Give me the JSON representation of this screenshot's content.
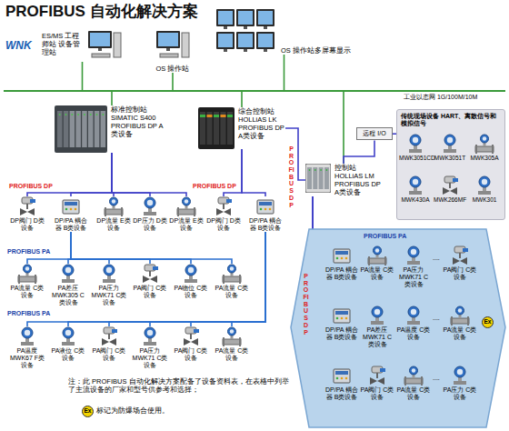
{
  "diagram": {
    "title": "PROFIBUS 自动化解决方案",
    "nodes": [
      {
        "text": [
          "ES/MS 工程师站 设备管理站"
        ]
      },
      {
        "text": [
          "OS 操作站"
        ]
      },
      {
        "text": [
          "OS 操作站多屏幕显示"
        ]
      },
      {
        "text": [
          "标准控制站 SIMATIC S400 PROFIBUS DP A类设备"
        ]
      },
      {
        "text": [
          "综合控制站 HOLLiAS LK PROFIBUS DP A类设备"
        ]
      },
      {
        "text": [
          "远程 I/O"
        ]
      },
      {
        "text": [
          "控制站 HOLLiAS LM PROFIBUS DP A类设备"
        ]
      },
      {
        "text": [
          "传统现场设备 HART、离散信号和模拟信号"
        ]
      },
      {
        "text": [
          "MWK3051CD"
        ],
        "in": 7
      },
      {
        "text": [
          "MWK3051T"
        ],
        "in": 7
      },
      {
        "text": [
          "MWK305A"
        ],
        "in": 7
      },
      {
        "text": [
          "MWK430A"
        ],
        "in": 7
      },
      {
        "text": [
          "MWK266MF"
        ],
        "in": 7
      },
      {
        "text": [
          "MWK301"
        ],
        "in": 7
      },
      {
        "text": [
          "DP阀门 D类设备"
        ]
      },
      {
        "text": [
          "DP/PA 耦合器 B类设备"
        ]
      },
      {
        "text": [
          "DP流量 E类设备"
        ]
      },
      {
        "text": [
          "DP压力 D类设备"
        ]
      },
      {
        "text": [
          "DP流量 E类设备"
        ]
      },
      {
        "text": [
          "DP阀门 D类设备"
        ]
      },
      {
        "text": [
          "DP/PA 耦合器 B类设备"
        ]
      },
      {
        "text": [
          "PA流量 C类设备"
        ]
      },
      {
        "text": [
          "PA差压 MWK305 C类设备"
        ]
      },
      {
        "text": [
          "PA压力 MWK71 C类设备"
        ]
      },
      {
        "text": [
          "PA阀门 C类设备"
        ]
      },
      {
        "text": [
          "PA物位 C类设备"
        ]
      },
      {
        "text": [
          "PA流量 C类设备"
        ]
      },
      {
        "text": [
          "PA温度 MWK67 F类设备"
        ]
      },
      {
        "text": [
          "PA液位 C类设备"
        ]
      },
      {
        "text": [
          "PA阀门 C类设备"
        ]
      },
      {
        "text": [
          "PA压力 MWK71 C类设备"
        ]
      },
      {
        "text": [
          "PA阀门 C类设备"
        ]
      },
      {
        "text": [
          "PA流量 C类设备"
        ]
      },
      {
        "text": [
          "Ex"
        ]
      },
      {
        "text": [
          "DP/PA 耦合器 B类设备"
        ],
        "in": 33
      },
      {
        "text": [
          "PA流量 C类设备"
        ],
        "in": 33
      },
      {
        "text": [
          "PA压力 MWK71 C类设备"
        ],
        "in": 33
      },
      {
        "text": [
          "PA阀门 C类设备"
        ],
        "in": 33
      },
      {
        "text": [
          "DP/PA 耦合器 B类设备"
        ],
        "in": 33
      },
      {
        "text": [
          "PA差压 MWK71 C类设备"
        ],
        "in": 33
      },
      {
        "text": [
          "PA温度 C类设备"
        ],
        "in": 33
      },
      {
        "text": [
          "PA流量 C类设备"
        ],
        "in": 33
      },
      {
        "text": [
          "DP/PA 耦合器 B类设备"
        ],
        "in": 33
      },
      {
        "text": [
          "PA阀门 C类设备"
        ],
        "in": 33
      },
      {
        "text": [
          "PA流量 C类设备"
        ],
        "in": 33
      },
      {
        "text": [
          "PA压力 C类设备"
        ],
        "in": 33
      }
    ],
    "edges": [
      {
        "from": 0,
        "to": 3,
        "arrow": "none"
      },
      {
        "from": 1,
        "to": 4,
        "arrow": "none"
      },
      {
        "from": 2,
        "to": 6,
        "arrow": "none"
      },
      {
        "from": 3,
        "to": 14,
        "arrow": "none"
      },
      {
        "from": 3,
        "to": 15,
        "arrow": "none"
      },
      {
        "from": 3,
        "to": 16,
        "arrow": "none"
      },
      {
        "from": 3,
        "to": 17,
        "arrow": "none"
      },
      {
        "from": 3,
        "to": 18,
        "arrow": "none"
      },
      {
        "from": 4,
        "to": 19,
        "arrow": "none"
      },
      {
        "from": 4,
        "to": 20,
        "arrow": "none"
      },
      {
        "from": 4,
        "to": 6,
        "arrow": "none"
      },
      {
        "from": 6,
        "to": 5,
        "arrow": "none"
      },
      {
        "from": 5,
        "to": 7,
        "arrow": "none"
      },
      {
        "from": 15,
        "to": 21,
        "arrow": "none"
      },
      {
        "from": 15,
        "to": 22,
        "arrow": "none"
      },
      {
        "from": 15,
        "to": 23,
        "arrow": "none"
      },
      {
        "from": 15,
        "to": 24,
        "arrow": "none"
      },
      {
        "from": 15,
        "to": 25,
        "arrow": "none"
      },
      {
        "from": 15,
        "to": 26,
        "arrow": "none"
      },
      {
        "from": 20,
        "to": 27,
        "arrow": "none"
      },
      {
        "from": 20,
        "to": 28,
        "arrow": "none"
      },
      {
        "from": 20,
        "to": 29,
        "arrow": "none"
      },
      {
        "from": 20,
        "to": 30,
        "arrow": "none"
      },
      {
        "from": 20,
        "to": 31,
        "arrow": "none"
      },
      {
        "from": 20,
        "to": 32,
        "arrow": "none"
      },
      {
        "from": 6,
        "to": 34,
        "arrow": "none"
      },
      {
        "from": 6,
        "to": 38,
        "arrow": "none"
      },
      {
        "from": 6,
        "to": 42,
        "arrow": "none"
      },
      {
        "from": 34,
        "to": 35,
        "arrow": "none"
      },
      {
        "from": 34,
        "to": 36,
        "arrow": "none"
      },
      {
        "from": 34,
        "to": 37,
        "arrow": "none"
      },
      {
        "from": 38,
        "to": 39,
        "arrow": "none"
      },
      {
        "from": 38,
        "to": 40,
        "arrow": "none"
      },
      {
        "from": 38,
        "to": 41,
        "arrow": "none"
      },
      {
        "from": 42,
        "to": 43,
        "arrow": "none"
      },
      {
        "from": 42,
        "to": 44,
        "arrow": "none"
      },
      {
        "from": 42,
        "to": 45,
        "arrow": "none"
      }
    ],
    "labels": [
      "WNK",
      "工业以态网 1G/100M/10M",
      "PROFIBUS DP",
      "PROFIBUS DP",
      "PROFIBUS DP",
      "PROFIBUS PA",
      "PROFIBUS PA",
      "PROFIBUS DP",
      "PROFIBUS PA",
      "....",
      "....",
      "....",
      "注：此 PROFIBUS 自动化解决方案配备了设备资料表，在表格中列举了主流设备的厂家和型号供参考和选择；",
      "Ex",
      "标记为防爆场合使用。"
    ]
  }
}
